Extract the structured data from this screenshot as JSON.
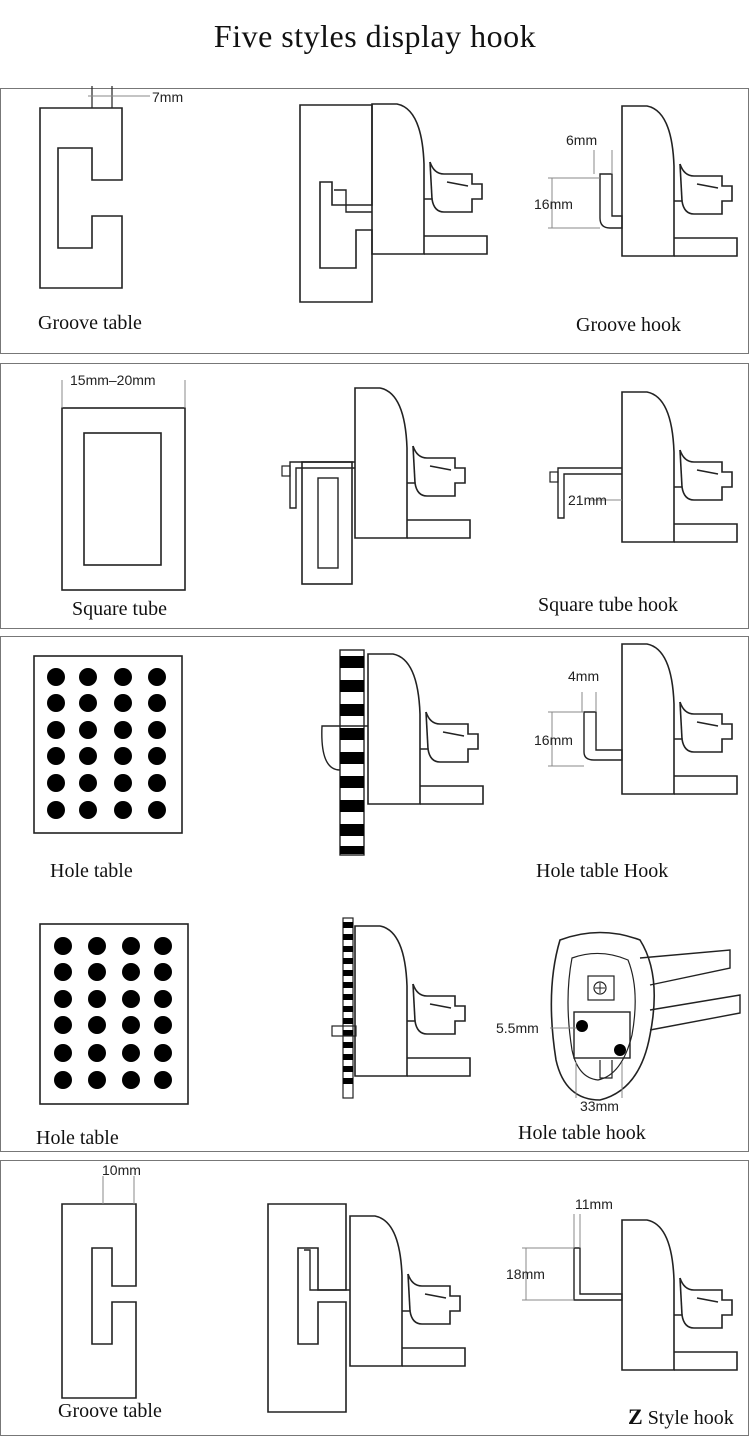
{
  "title": "Five styles display hook",
  "sections": [
    {
      "caption_left": "Groove table",
      "caption_right": "Groove hook",
      "dims": {
        "a": "7mm",
        "b": "6mm",
        "c": "16mm"
      }
    },
    {
      "caption_left": "Square tube",
      "caption_right": "Square tube hook",
      "dims": {
        "a": "15mm–20mm",
        "b": "21mm"
      }
    },
    {
      "caption_left": "Hole table",
      "caption_right": "Hole table Hook",
      "dims": {
        "a": "4mm",
        "b": "16mm"
      }
    },
    {
      "caption_left": "Hole table",
      "caption_right": "Hole table hook",
      "dims": {
        "a": "5.5mm",
        "b": "33mm"
      }
    },
    {
      "caption_left": "Groove table",
      "caption_right_prefix": "Z",
      "caption_right": "Style hook",
      "dims": {
        "a": "10mm",
        "b": "11mm",
        "c": "18mm"
      }
    }
  ]
}
